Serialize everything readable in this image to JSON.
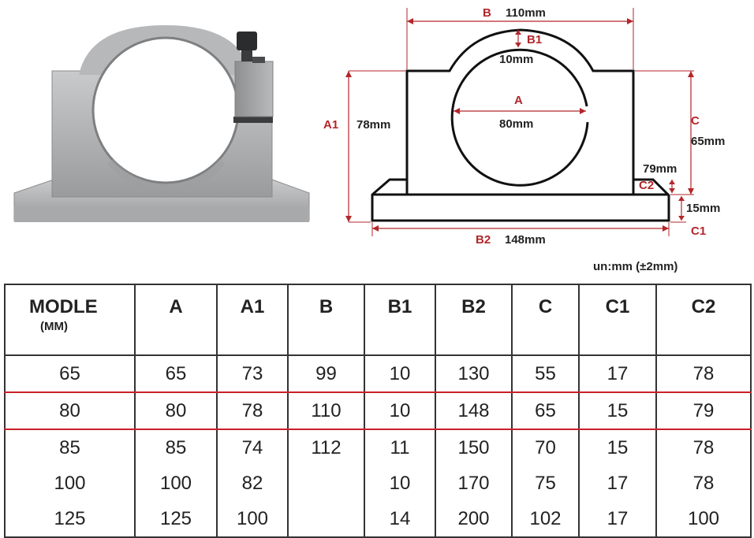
{
  "diagram": {
    "b_letter": "B",
    "b_value": "110mm",
    "b1_letter": "B1",
    "b1_value": "10mm",
    "a_letter": "A",
    "a_value": "80mm",
    "a1_letter": "A1",
    "a1_value": "78mm",
    "c_letter": "C",
    "c_value": "65mm",
    "c2_letter": "C2",
    "c2_value": "79mm",
    "c1_letter": "C1",
    "c1_value": "15mm",
    "b2_letter": "B2",
    "b2_value": "148mm"
  },
  "unit_note": "un:mm (±2mm)",
  "table": {
    "header_first": "MODLE",
    "header_first_sub": "(MM)",
    "headers": [
      "A",
      "A1",
      "B",
      "B1",
      "B2",
      "C",
      "C1",
      "C2"
    ],
    "rows": [
      [
        "65",
        "65",
        "73",
        "99",
        "10",
        "130",
        "55",
        "17",
        "78"
      ],
      [
        "80",
        "80",
        "78",
        "110",
        "10",
        "148",
        "65",
        "15",
        "79"
      ],
      [
        "85",
        "85",
        "74",
        "112",
        "11",
        "150",
        "70",
        "15",
        "78"
      ],
      [
        "100",
        "100",
        "82",
        "",
        "10",
        "170",
        "75",
        "17",
        "78"
      ],
      [
        "125",
        "125",
        "100",
        "",
        "14",
        "200",
        "102",
        "17",
        "100"
      ]
    ]
  }
}
